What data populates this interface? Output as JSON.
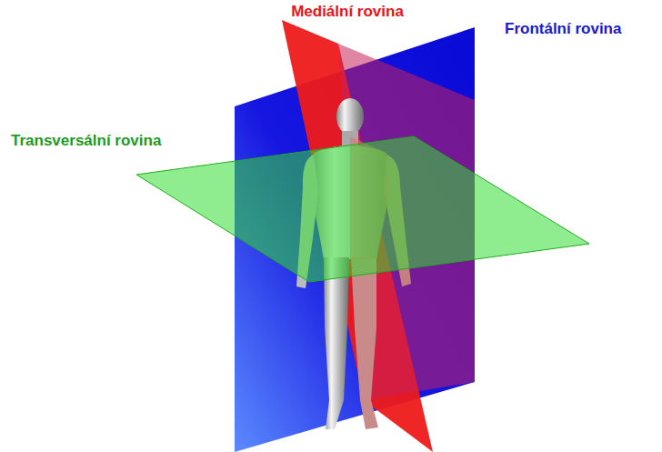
{
  "diagram": {
    "labels": [
      "Mediální rovina",
      "Frontální rovina",
      "Transversální rovina"
    ]
  }
}
